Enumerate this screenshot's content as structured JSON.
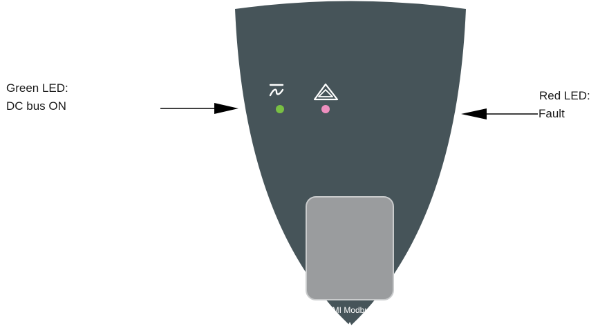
{
  "labels": {
    "green_led_line1": "Green LED:",
    "green_led_line2": "DC bus ON",
    "red_led_line1": "Red LED:",
    "red_led_line2": "Fault",
    "port": "HMI Modbus"
  },
  "icons": {
    "dc_bus": "dc-bus-symbol-icon",
    "fault": "warning-triangle-icon"
  },
  "colors": {
    "housing": "#465459",
    "port_fill": "#9a9c9e",
    "port_border": "#c9cbcc",
    "led_green": "#79c043",
    "led_red": "#ee8fbf",
    "arrow": "#000000"
  }
}
